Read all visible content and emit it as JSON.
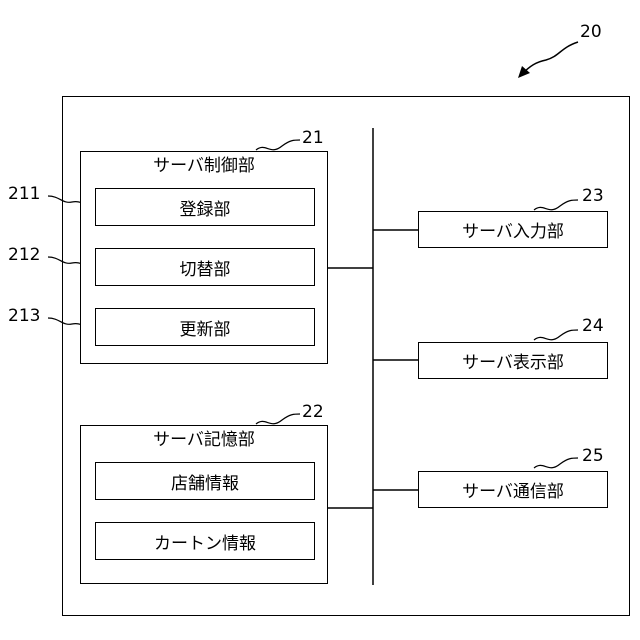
{
  "diagram": {
    "ref_main": "20",
    "control": {
      "ref": "21",
      "title": "サーバ制御部",
      "items": [
        {
          "ref": "211",
          "label": "登録部"
        },
        {
          "ref": "212",
          "label": "切替部"
        },
        {
          "ref": "213",
          "label": "更新部"
        }
      ]
    },
    "storage": {
      "ref": "22",
      "title": "サーバ記憶部",
      "items": [
        {
          "label": "店舗情報"
        },
        {
          "label": "カートン情報"
        }
      ]
    },
    "peripherals": [
      {
        "ref": "23",
        "label": "サーバ入力部"
      },
      {
        "ref": "24",
        "label": "サーバ表示部"
      },
      {
        "ref": "25",
        "label": "サーバ通信部"
      }
    ]
  }
}
